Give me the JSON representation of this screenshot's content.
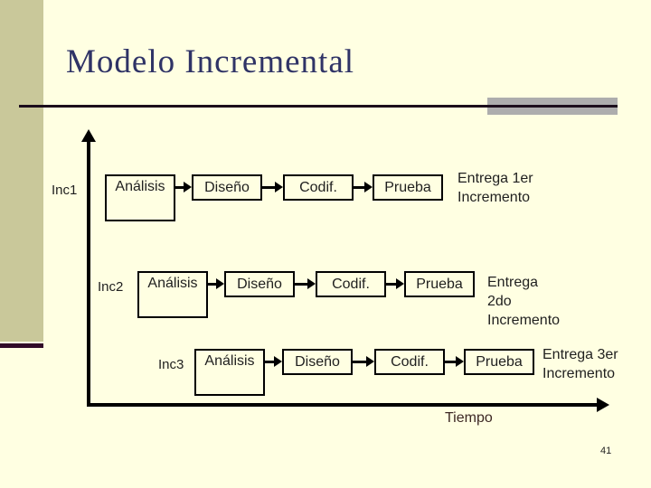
{
  "slide": {
    "title": "Modelo Incremental",
    "page_number": "41",
    "colors": {
      "background": "#FFFFE2",
      "sidebar": "#C9C89A",
      "sidebar_accent": "#310A28",
      "title": "#2F3366",
      "rule": "#1C0E1C",
      "rule_accent": "#ADADAD",
      "axis": "#000000",
      "time_label": "#3D2824"
    }
  },
  "diagram": {
    "time_axis_label": "Tiempo",
    "rows": [
      {
        "label": "Inc1",
        "phases": [
          "Análisis",
          "Diseño",
          "Codif.",
          "Prueba"
        ],
        "delivery": [
          "Entrega 1er",
          "Incremento"
        ]
      },
      {
        "label": "Inc2",
        "phases": [
          "Análisis",
          "Diseño",
          "Codif.",
          "Prueba"
        ],
        "delivery": [
          "Entrega",
          "2do",
          "Incremento"
        ]
      },
      {
        "label": "Inc3",
        "phases": [
          "Análisis",
          "Diseño",
          "Codif.",
          "Prueba"
        ],
        "delivery": [
          "Entrega 3er",
          "Incremento"
        ]
      }
    ]
  }
}
